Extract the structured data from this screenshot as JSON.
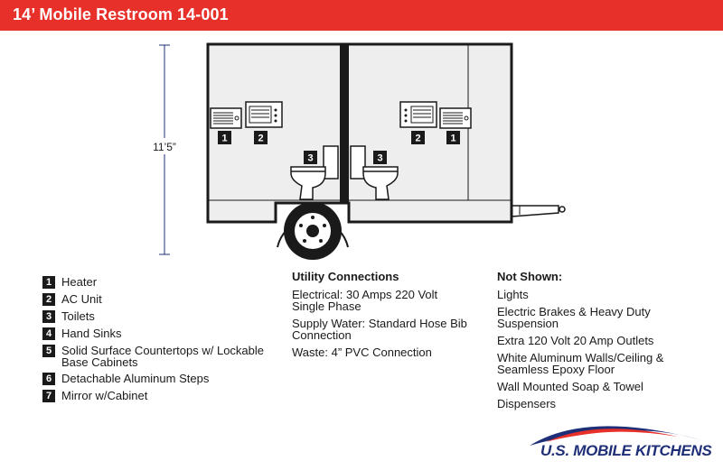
{
  "header": {
    "title": "14’ Mobile Restroom 14-001"
  },
  "diagram": {
    "height_label": "11’5”",
    "callouts": {
      "heater_left": "1",
      "ac_left": "2",
      "toilet_left": "3",
      "toilet_right": "3",
      "ac_right": "2",
      "heater_right": "1"
    }
  },
  "legend": {
    "items": [
      {
        "num": "1",
        "label": "Heater"
      },
      {
        "num": "2",
        "label": "AC Unit"
      },
      {
        "num": "3",
        "label": "Toilets"
      },
      {
        "num": "4",
        "label": "Hand Sinks"
      },
      {
        "num": "5",
        "label": "Solid Surface Countertops w/ Lockable Base Cabinets"
      },
      {
        "num": "6",
        "label": "Detachable Aluminum Steps"
      },
      {
        "num": "7",
        "label": "Mirror w/Cabinet"
      }
    ]
  },
  "utility": {
    "heading": "Utility Connections",
    "items": [
      "Electrical: 30 Amps 220 Volt Single Phase",
      "Supply Water: Standard Hose Bib Connection",
      "Waste: 4” PVC Connection"
    ]
  },
  "not_shown": {
    "heading": "Not Shown:",
    "items": [
      "Lights",
      "Electric Brakes & Heavy Duty Suspension",
      "Extra 120 Volt 20 Amp Outlets",
      "White Aluminum Walls/Ceiling & Seamless Epoxy Floor",
      "Wall Mounted Soap & Towel",
      "Dispensers"
    ]
  },
  "logo": {
    "text": "U.S. MOBILE KITCHENS",
    "colors": {
      "red": "#e8302a",
      "blue": "#1e2f78"
    }
  },
  "colors": {
    "header_bg": "#e8302a",
    "trailer_fill": "#eeeeee",
    "ink": "#1a1a1a"
  }
}
